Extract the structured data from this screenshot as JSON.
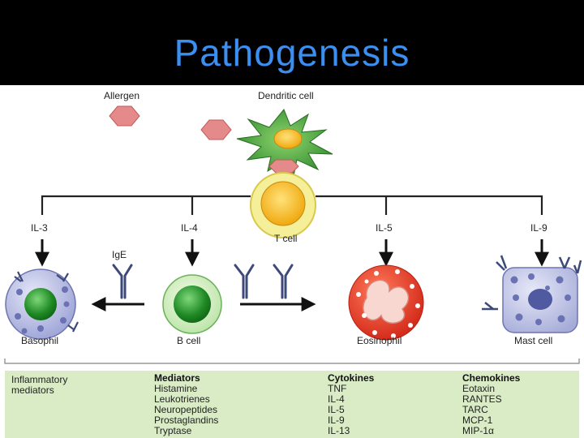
{
  "slide": {
    "title": "Pathogenesis"
  },
  "diagram": {
    "labels": {
      "allergen": "Allergen",
      "dendritic_cell": "Dendritic cell",
      "t_cell": "T cell",
      "il3": "IL-3",
      "il4": "IL-4",
      "il5": "IL-5",
      "il9": "IL-9",
      "ige": "IgE",
      "basophil": "Basophil",
      "b_cell": "B cell",
      "eosinophil": "Eosinophil",
      "mast_cell": "Mast cell"
    },
    "colors": {
      "allergen": "#e58a8a",
      "dendritic": "#3a9a3a",
      "t_cell_outer": "#f6ef9a",
      "t_cell_nucleus": "#f3b21f",
      "b_cell": "#2f9a33",
      "basophil": "#b8bde6",
      "eosinophil": "#e03a2a",
      "mast_cell": "#c1c7ea",
      "antibody": "#3d4a78",
      "table_bg": "#d9ecc5"
    }
  },
  "table": {
    "row_label": "Inflammatory\nmediators",
    "row_label_lines": [
      "Inflammatory",
      "mediators"
    ],
    "columns": [
      {
        "header": "Mediators",
        "items": [
          "Histamine",
          "Leukotrienes",
          "Neuropeptides",
          "Prostaglandins",
          "Tryptase"
        ]
      },
      {
        "header": "Cytokines",
        "items": [
          "TNF",
          "IL-4",
          "IL-5",
          "IL-9",
          "IL-13"
        ]
      },
      {
        "header": "Chemokines",
        "items": [
          "Eotaxin",
          "RANTES",
          "TARC",
          "MCP-1",
          "MIP-1α"
        ]
      }
    ]
  }
}
